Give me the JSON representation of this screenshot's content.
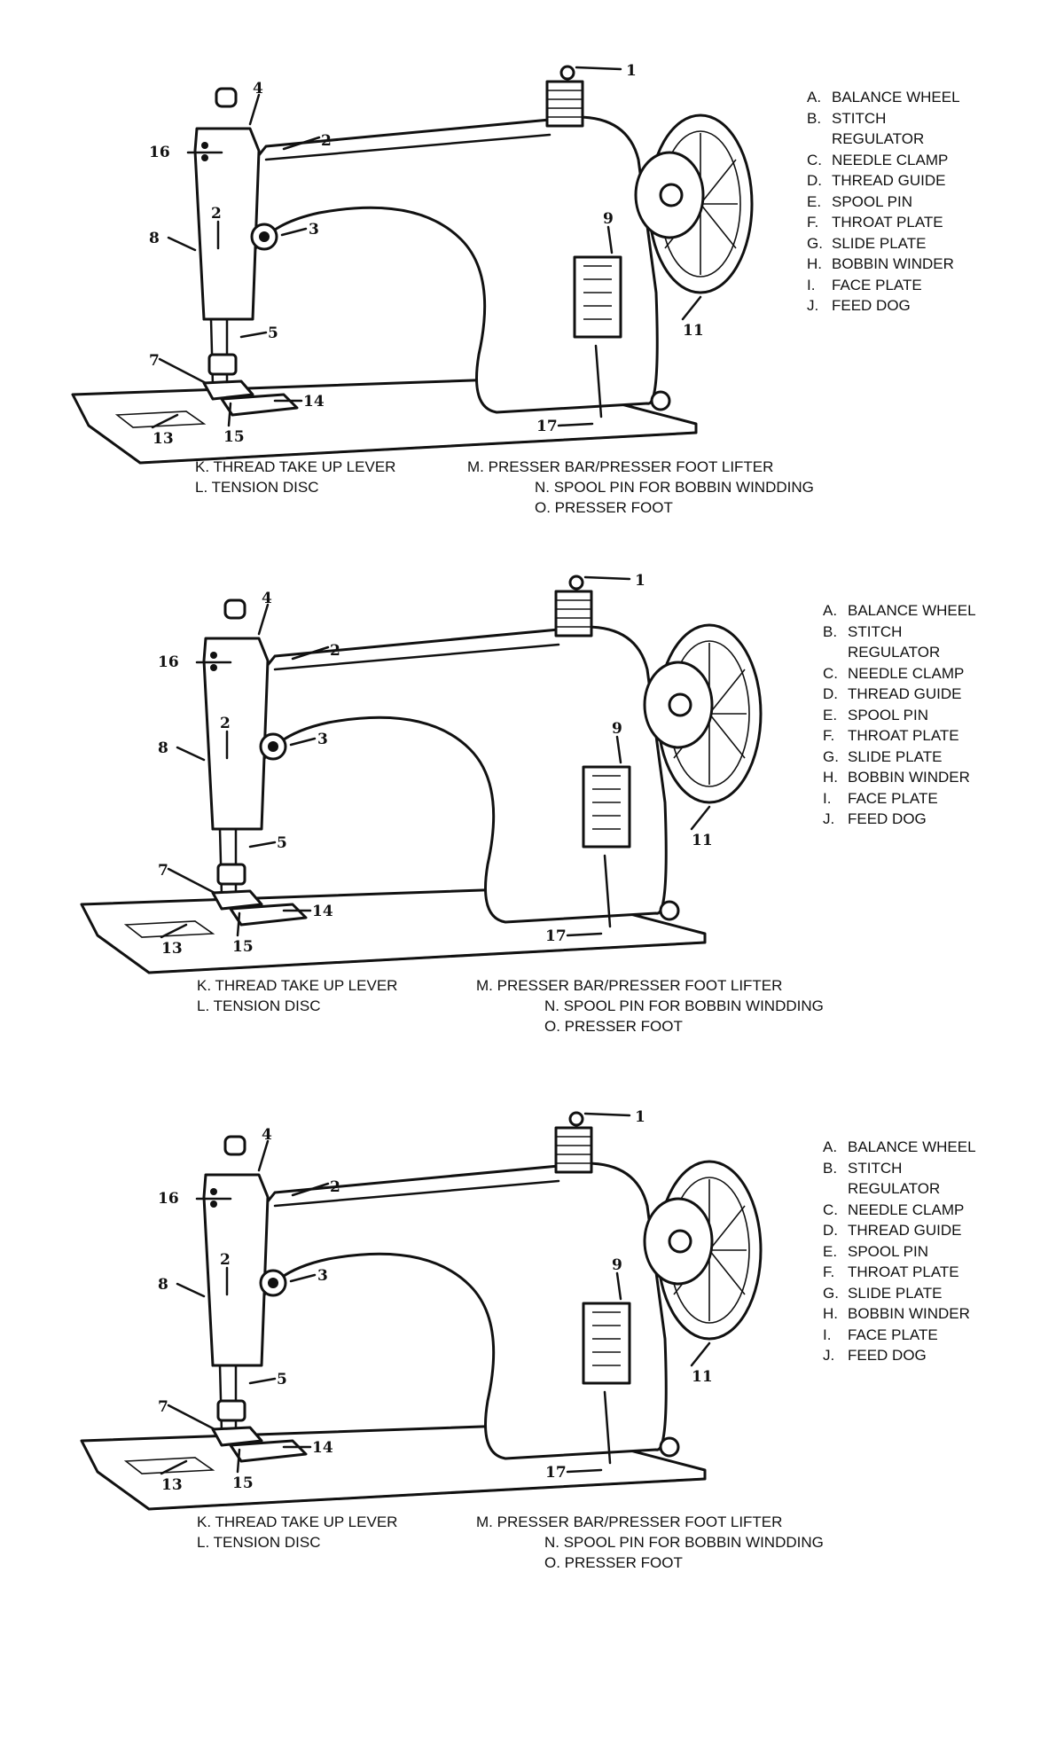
{
  "panels": [
    {
      "legend": [
        {
          "letter": "A.",
          "text": "BALANCE WHEEL"
        },
        {
          "letter": "B.",
          "text": "STITCH REGULATOR"
        },
        {
          "letter": "C.",
          "text": "NEEDLE CLAMP"
        },
        {
          "letter": "D.",
          "text": "THREAD GUIDE"
        },
        {
          "letter": "E.",
          "text": "SPOOL PIN"
        },
        {
          "letter": "F.",
          "text": "THROAT PLATE"
        },
        {
          "letter": "G.",
          "text": "SLIDE PLATE"
        },
        {
          "letter": "H.",
          "text": "BOBBIN WINDER"
        },
        {
          "letter": "I.",
          "text": "FACE PLATE"
        },
        {
          "letter": "J.",
          "text": "FEED DOG"
        }
      ],
      "bottom": {
        "k": "K. THREAD TAKE UP LEVER",
        "l": "L. TENSION DISC",
        "m": "M. PRESSER BAR/PRESSER FOOT LIFTER",
        "n": "N. SPOOL PIN FOR BOBBIN WINDDING",
        "o": "O. PRESSER FOOT"
      }
    },
    {
      "legend": [
        {
          "letter": "A.",
          "text": "BALANCE WHEEL"
        },
        {
          "letter": "B.",
          "text": "STITCH REGULATOR"
        },
        {
          "letter": "C.",
          "text": "NEEDLE CLAMP"
        },
        {
          "letter": "D.",
          "text": "THREAD GUIDE"
        },
        {
          "letter": "E.",
          "text": "SPOOL PIN"
        },
        {
          "letter": "F.",
          "text": "THROAT PLATE"
        },
        {
          "letter": "G.",
          "text": "SLIDE PLATE"
        },
        {
          "letter": "H.",
          "text": "BOBBIN WINDER"
        },
        {
          "letter": "I.",
          "text": "FACE PLATE"
        },
        {
          "letter": "J.",
          "text": "FEED DOG"
        }
      ],
      "bottom": {
        "k": "K. THREAD TAKE UP LEVER",
        "l": "L. TENSION DISC",
        "m": "M. PRESSER BAR/PRESSER FOOT LIFTER",
        "n": "N. SPOOL PIN FOR BOBBIN WINDDING",
        "o": "O. PRESSER FOOT"
      }
    },
    {
      "legend": [
        {
          "letter": "A.",
          "text": "BALANCE WHEEL"
        },
        {
          "letter": "B.",
          "text": "STITCH REGULATOR"
        },
        {
          "letter": "C.",
          "text": "NEEDLE CLAMP"
        },
        {
          "letter": "D.",
          "text": "THREAD GUIDE"
        },
        {
          "letter": "E.",
          "text": "SPOOL PIN"
        },
        {
          "letter": "F.",
          "text": "THROAT PLATE"
        },
        {
          "letter": "G.",
          "text": "SLIDE PLATE"
        },
        {
          "letter": "H.",
          "text": "BOBBIN WINDER"
        },
        {
          "letter": "I.",
          "text": "FACE PLATE"
        },
        {
          "letter": "J.",
          "text": "FEED DOG"
        }
      ],
      "bottom": {
        "k": "K. THREAD TAKE UP LEVER",
        "l": "L. TENSION DISC",
        "m": "M. PRESSER BAR/PRESSER FOOT LIFTER",
        "n": "N. SPOOL PIN FOR BOBBIN WINDDING",
        "o": "O. PRESSER FOOT"
      }
    }
  ],
  "callouts": [
    "1",
    "4",
    "2",
    "3",
    "16",
    "2",
    "8",
    "5",
    "7",
    "14",
    "15",
    "13",
    "9",
    "11",
    "17"
  ]
}
